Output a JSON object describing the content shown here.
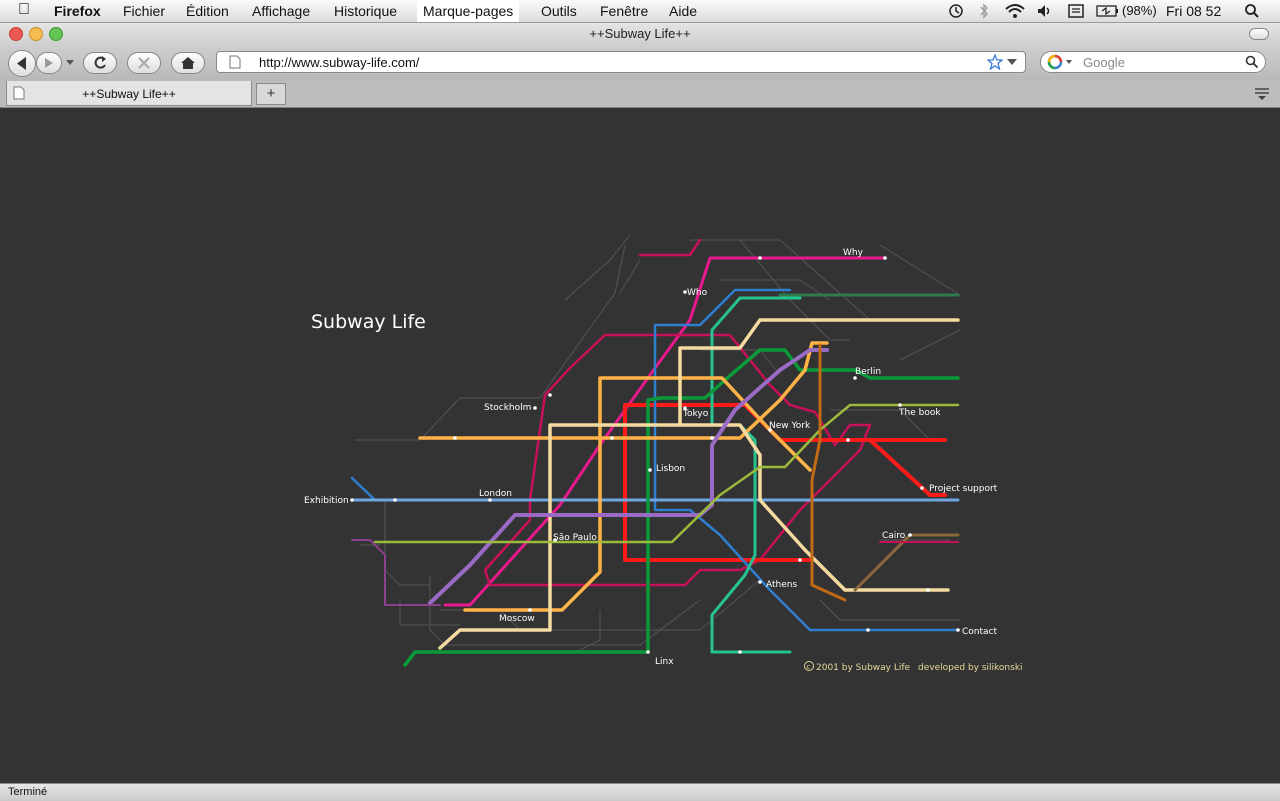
{
  "menubar": {
    "app": "Firefox",
    "items": [
      "Fichier",
      "Édition",
      "Affichage",
      "Historique",
      "Marque-pages",
      "Outils",
      "Fenêtre",
      "Aide"
    ],
    "battery": "(98%)",
    "clock": "Fri 08 52"
  },
  "window": {
    "title": "++Subway Life++"
  },
  "toolbar": {
    "url": "http://www.subway-life.com/",
    "search_placeholder": "Google"
  },
  "tab": {
    "title": "++Subway Life++",
    "new_tab": "+"
  },
  "page": {
    "heading": "Subway Life",
    "stations": {
      "why": "Why",
      "who": "Who",
      "berlin": "Berlin",
      "the_book": "The book",
      "stockholm": "Stockholm",
      "tokyo": "Tokyo",
      "new_york": "New York",
      "lisbon": "Lisbon",
      "project_support": "Project support",
      "exhibition": "Exhibition",
      "london": "London",
      "sao_paulo": "São Paulo",
      "cairo": "Cairo",
      "athens": "Athens",
      "moscow": "Moscow",
      "contact": "Contact",
      "linx": "Linx"
    },
    "copyright_symbol": "c",
    "copyright": "2001 by Subway Life",
    "developer": "developed by silikonski",
    "line_colors": [
      "#e8198c",
      "#c8105a",
      "#ff1a1a",
      "#2e7fd0",
      "#6ea6e0",
      "#27c291",
      "#0a9a3a",
      "#ffb347",
      "#f5dba0",
      "#9a6bc4",
      "#9cbb3c",
      "#c26a15",
      "#8a6a3a",
      "#2e7a4a"
    ]
  },
  "status": {
    "text": "Terminé"
  }
}
